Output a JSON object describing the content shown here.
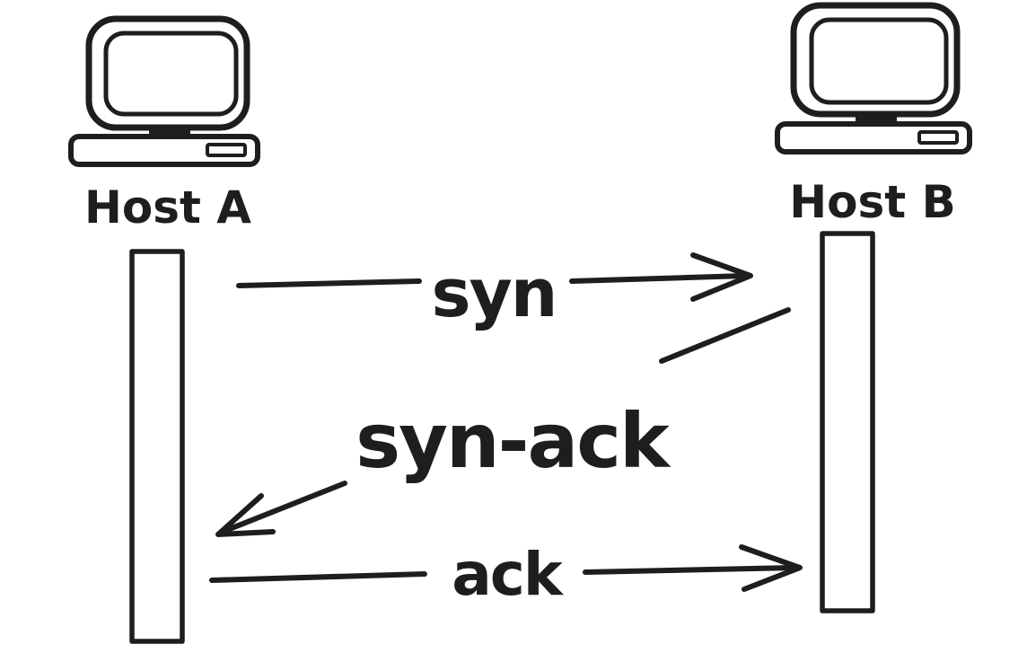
{
  "colors": {
    "ink": "#1e1e1e",
    "background": "#ffffff"
  },
  "diagram": {
    "type": "sequence",
    "style": "hand-drawn",
    "actors": [
      {
        "id": "host-a",
        "label": "Host A",
        "icon": "computer-icon"
      },
      {
        "id": "host-b",
        "label": "Host B",
        "icon": "computer-icon"
      }
    ],
    "messages": [
      {
        "label": "syn",
        "from": "host-a",
        "to": "host-b",
        "direction": "right"
      },
      {
        "label": "syn-ack",
        "from": "host-b",
        "to": "host-a",
        "direction": "left"
      },
      {
        "label": "ack",
        "from": "host-a",
        "to": "host-b",
        "direction": "right"
      }
    ]
  }
}
